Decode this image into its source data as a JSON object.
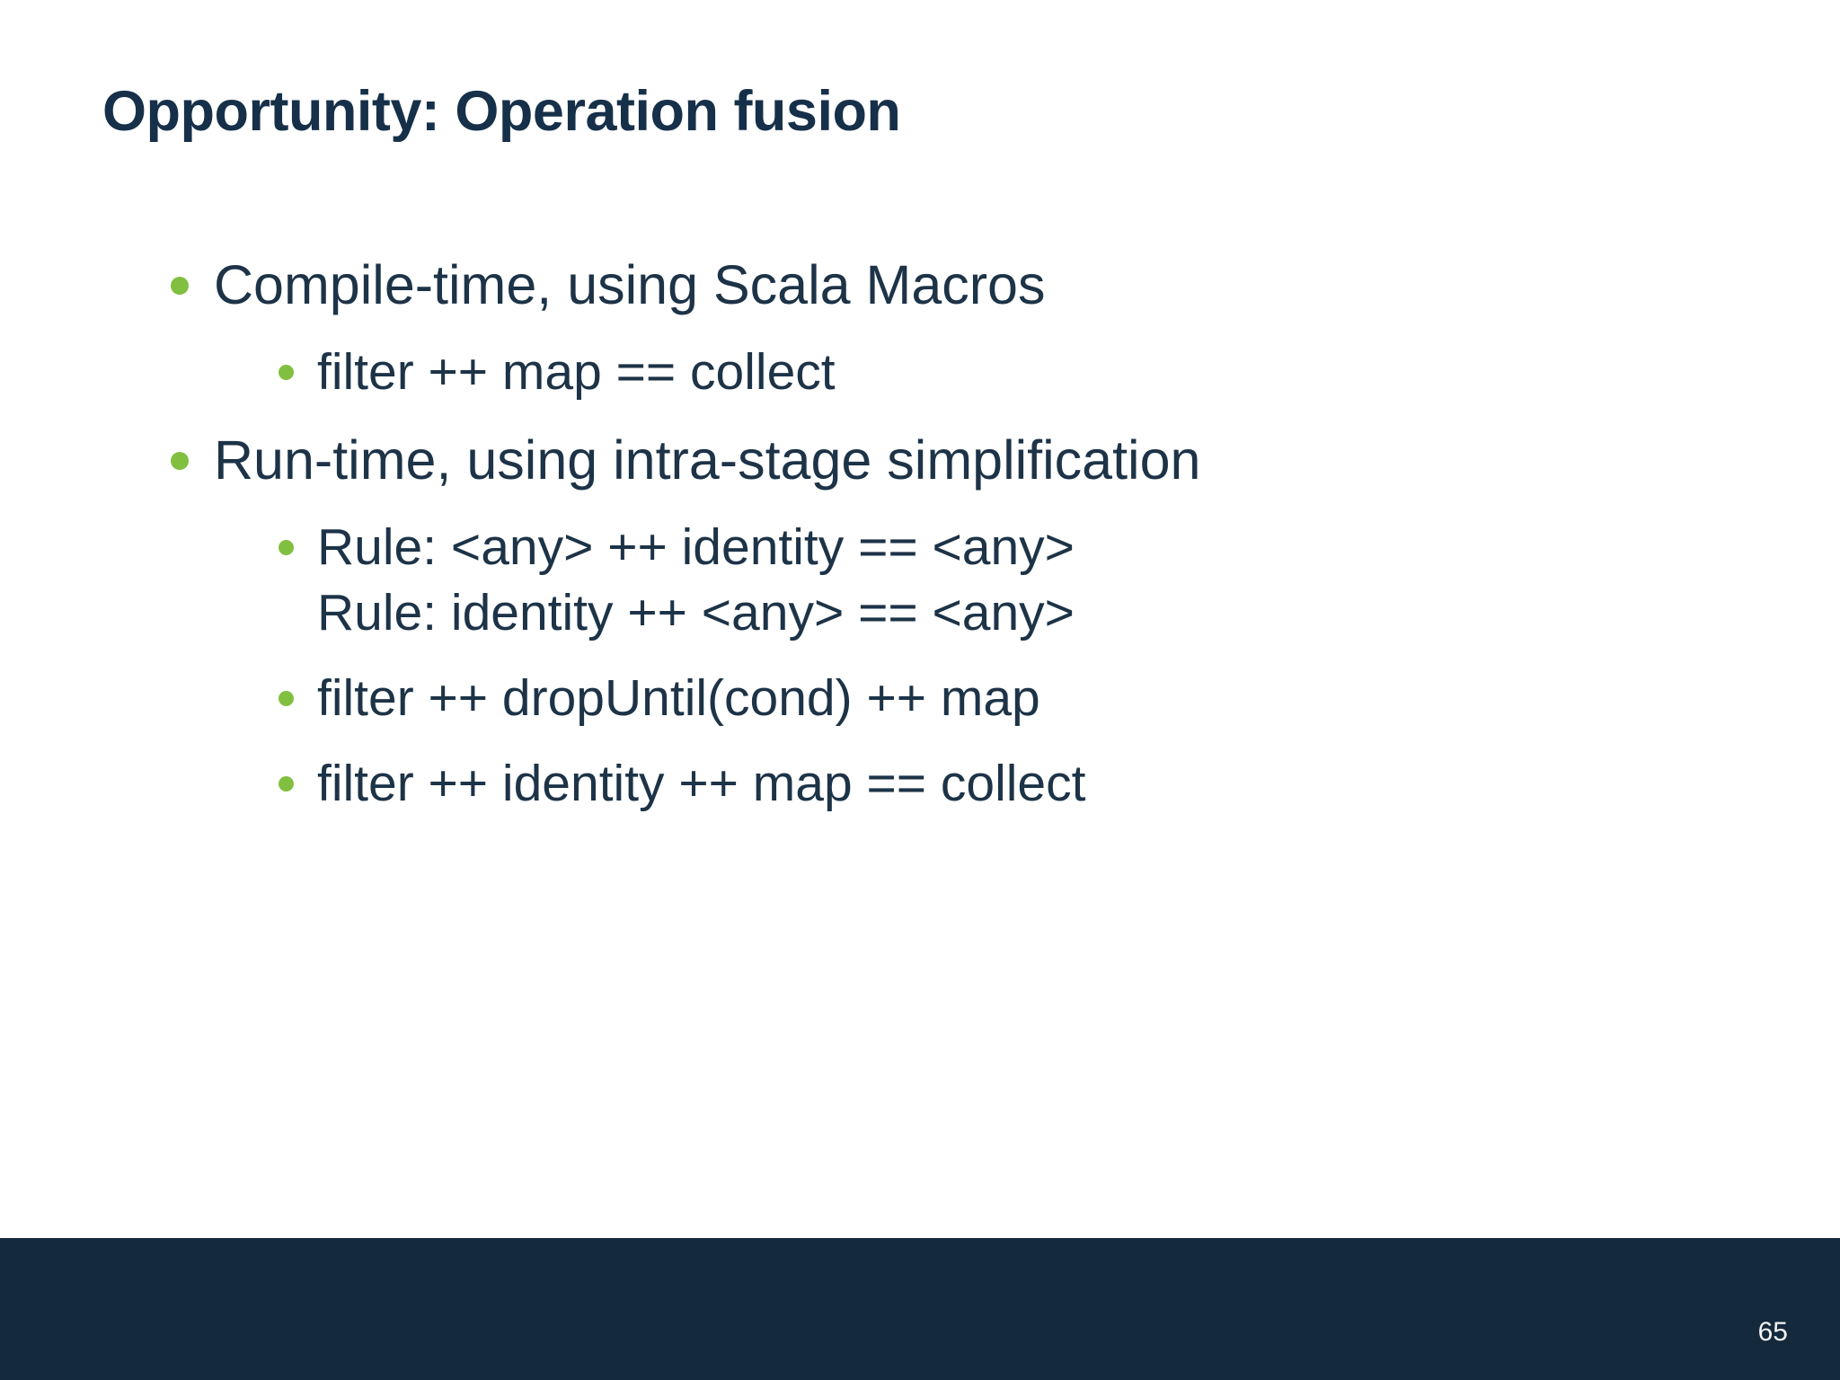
{
  "slide": {
    "title": "Opportunity: Operation fusion",
    "background_color": "#ffffff",
    "title_color": "#16304a",
    "text_color": "#1d3347",
    "bullet_color": "#81bf41",
    "footer_color": "#14293c"
  },
  "content": {
    "bullets": [
      {
        "level": 1,
        "text": "Compile-time, using Scala Macros",
        "has_bullet": true
      },
      {
        "level": 2,
        "text": "filter ++ map == collect",
        "has_bullet": true
      },
      {
        "level": 1,
        "text": "Run-time, using intra-stage simplification",
        "has_bullet": true
      },
      {
        "level": 2,
        "text": "Rule: <any> ++ identity == <any>",
        "text2": "Rule: identity ++ <any> == <any>",
        "has_bullet": true
      },
      {
        "level": 2,
        "text": "filter ++ dropUntil(cond) ++ map",
        "has_bullet": true
      },
      {
        "level": 2,
        "text": "filter ++ identity ++ map == collect",
        "has_bullet": true
      }
    ]
  },
  "footer": {
    "page_number": "65"
  }
}
